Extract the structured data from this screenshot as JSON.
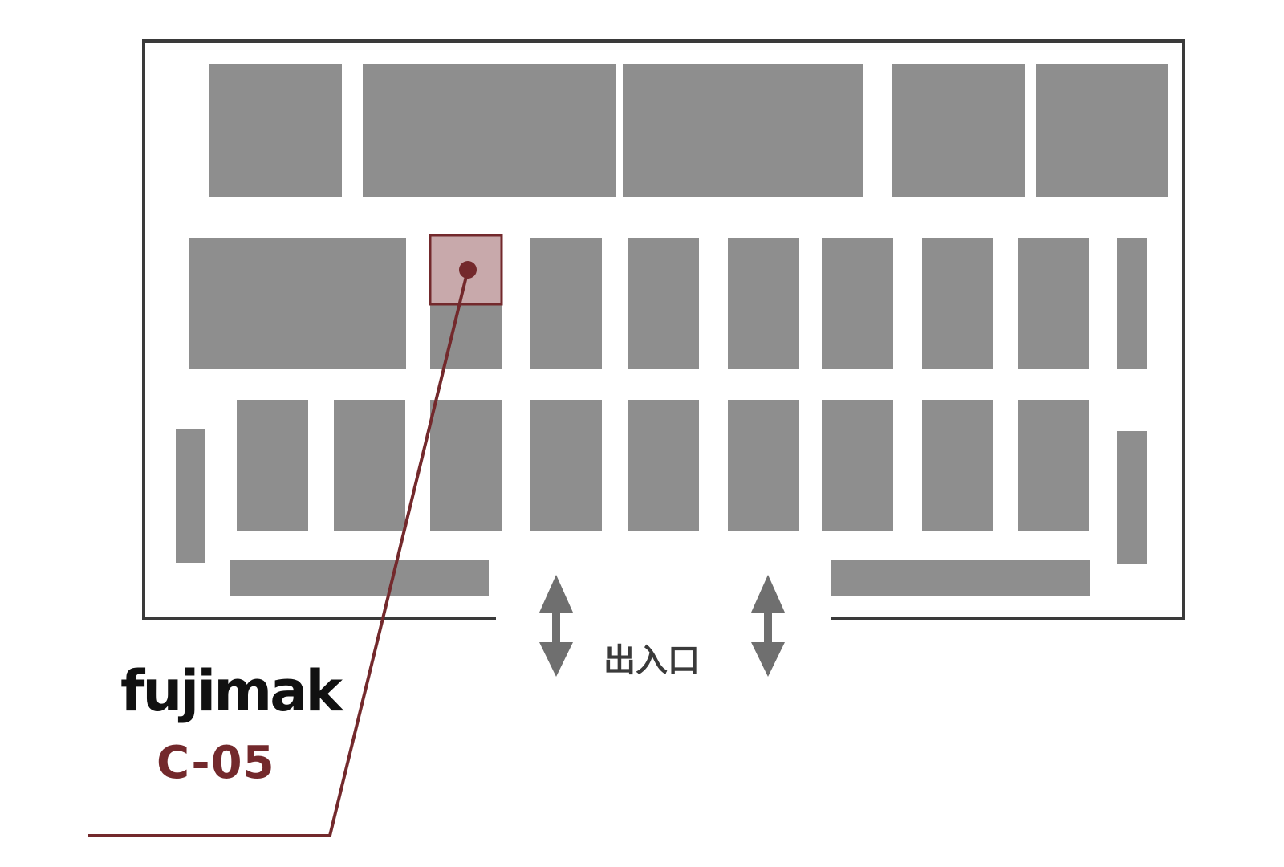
{
  "map": {
    "entrance_label": "出入口",
    "highlighted_exhibitor": {
      "brand": "fujimak",
      "booth_code": "C-05"
    },
    "colors": {
      "booth": "#8e8e8e",
      "highlight_fill": "#c8a9ab",
      "accent": "#73292c",
      "wall": "#3a3a3a",
      "arrow": "#6f6f6f"
    },
    "icons": [
      "two-way-arrow-icon",
      "two-way-arrow-icon",
      "location-pin-icon"
    ]
  }
}
